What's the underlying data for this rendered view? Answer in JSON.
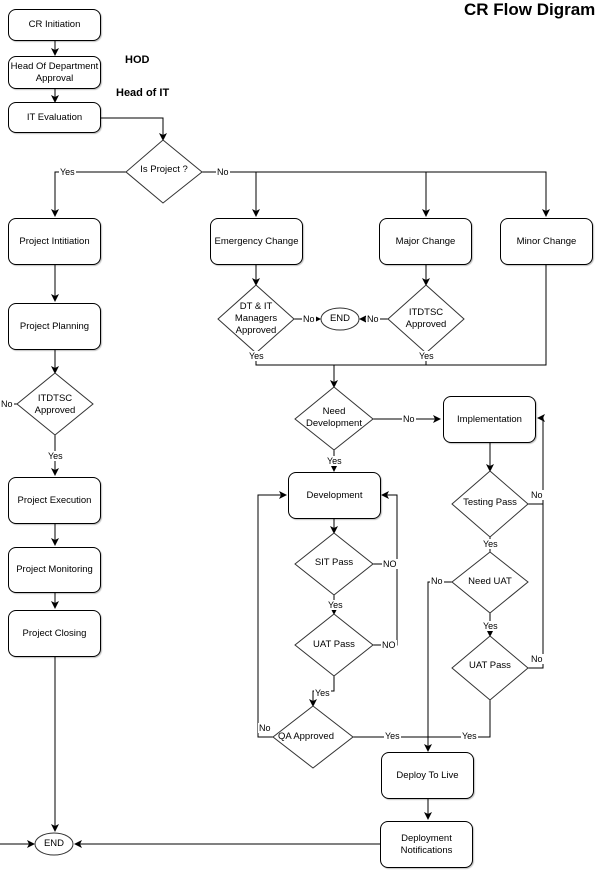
{
  "title": "CR Flow Digram",
  "annotations": {
    "hod": "HOD",
    "head_of_it": "Head of IT"
  },
  "nodes": {
    "cr_initiation": "CR Initiation",
    "hod_approval": "Head Of Department Approval",
    "it_evaluation": "IT Evaluation",
    "is_project": "Is Project ?",
    "project_initiation": "Project Intitiation",
    "project_planning": "Project Planning",
    "itdtsc_approved_project": "ITDTSC Approved",
    "project_execution": "Project Execution",
    "project_monitoring": "Project Monitoring",
    "project_closing": "Project Closing",
    "emergency_change": "Emergency Change",
    "major_change": "Major Change",
    "minor_change": "Minor Change",
    "dt_it_managers_approved": "DT & IT Managers Approved",
    "end_top": "END",
    "itdtsc_approved_major": "ITDTSC Approved",
    "need_development": "Need Development",
    "implementation": "Implementation",
    "development": "Development",
    "sit_pass": "SIT Pass",
    "uat_pass_dev": "UAT Pass",
    "testing_pass": "Testing Pass",
    "need_uat": "Need UAT",
    "uat_pass_impl": "UAT Pass",
    "qa_approved": "QA Approved",
    "deploy_to_live": "Deploy To Live",
    "deployment_notifications": "Deployment Notifications",
    "end_bottom": "END"
  },
  "edge_labels": {
    "is_project_yes": "Yes",
    "is_project_no": "No",
    "itdtsc_project_no": "No",
    "itdtsc_project_yes": "Yes",
    "dt_it_no": "No",
    "dt_it_yes": "Yes",
    "itdtsc_major_no": "No",
    "itdtsc_major_yes": "Yes",
    "need_dev_no": "No",
    "need_dev_yes": "Yes",
    "sit_no": "NO",
    "sit_yes": "Yes",
    "uat_dev_no": "NO",
    "uat_dev_yes": "Yes",
    "testing_no": "No",
    "testing_yes": "Yes",
    "need_uat_no": "No",
    "need_uat_yes": "Yes",
    "uat_impl_no": "No",
    "uat_impl_yes": "Yes",
    "qa_no": "No",
    "qa_yes": "Yes"
  }
}
